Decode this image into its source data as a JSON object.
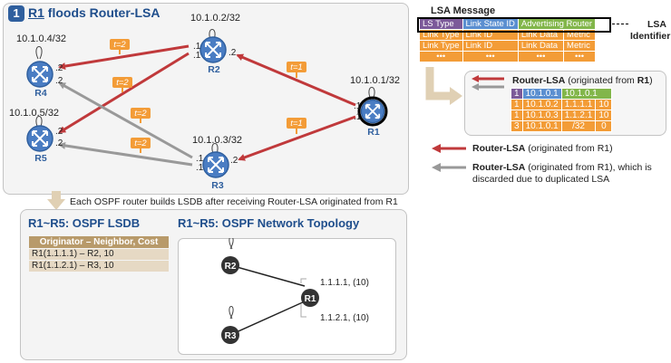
{
  "title": {
    "step": "1",
    "router": "R1",
    "text": "floods Router-LSA"
  },
  "routers": {
    "r1": {
      "name": "R1",
      "addr": "10.1.0.1/32"
    },
    "r2": {
      "name": "R2",
      "addr": "10.1.0.2/32"
    },
    "r3": {
      "name": "R3",
      "addr": "10.1.0.3/32"
    },
    "r4": {
      "name": "R4",
      "addr": "10.1.0.4/32"
    },
    "r5": {
      "name": "R5",
      "addr": "10.1.0.5/32"
    }
  },
  "ports": {
    "p1": ".1",
    "p2": ".2"
  },
  "timers": {
    "t1": "t=1",
    "t2": "t=2"
  },
  "lsa_message": {
    "title": "LSA Message",
    "header": [
      "LS Type",
      "Link State ID",
      "Advertising Router"
    ],
    "rows": [
      [
        "Link Type",
        "Link ID",
        "Link Data",
        "Metric"
      ],
      [
        "Link Type",
        "Link ID",
        "Link Data",
        "Metric"
      ],
      [
        "•••",
        "•••",
        "•••",
        "•••"
      ]
    ],
    "identifier_label": "LSA Identifier"
  },
  "router_lsa_box": {
    "title_bold": "Router-LSA",
    "title_rest": " (originated from ",
    "title_router": "R1",
    "title_end": ")",
    "header": [
      "1",
      "10.1.0.1",
      "10.1.0.1"
    ],
    "rows": [
      [
        "1",
        "10.1.0.2",
        "1.1.1.1",
        "10"
      ],
      [
        "1",
        "10.1.0.3",
        "1.1.2.1",
        "10"
      ],
      [
        "3",
        "10.1.0.1",
        "/32",
        "0"
      ]
    ]
  },
  "legend": {
    "red": {
      "bold": "Router-LSA",
      "rest": " (originated from R1)"
    },
    "gray": {
      "bold": "Router-LSA",
      "rest": " (originated from R1), which is",
      "line2": "discarded due to duplicated LSA"
    }
  },
  "caption": "Each OSPF router builds LSDB after receiving Router-LSA originated from R1",
  "lsdb": {
    "title": "R1~R5: OSPF LSDB",
    "header": "Originator – Neighbor, Cost",
    "rows": [
      "R1(1.1.1.1) – R2, 10",
      "R1(1.1.2.1) – R3, 10"
    ]
  },
  "topology": {
    "title": "R1~R5: OSPF Network Topology",
    "nodes": {
      "r1": "R1",
      "r2": "R2",
      "r3": "R3"
    },
    "links": [
      "1.1.1.1, (10)",
      "1.1.2.1, (10)"
    ]
  },
  "colors": {
    "red": "#c0393b",
    "gray": "#999999",
    "blue": "#2f5f9e",
    "orange": "#f39c37",
    "purple": "#7c5a99",
    "tan": "#c4a77a",
    "lightblue": "#5b8fd0"
  }
}
